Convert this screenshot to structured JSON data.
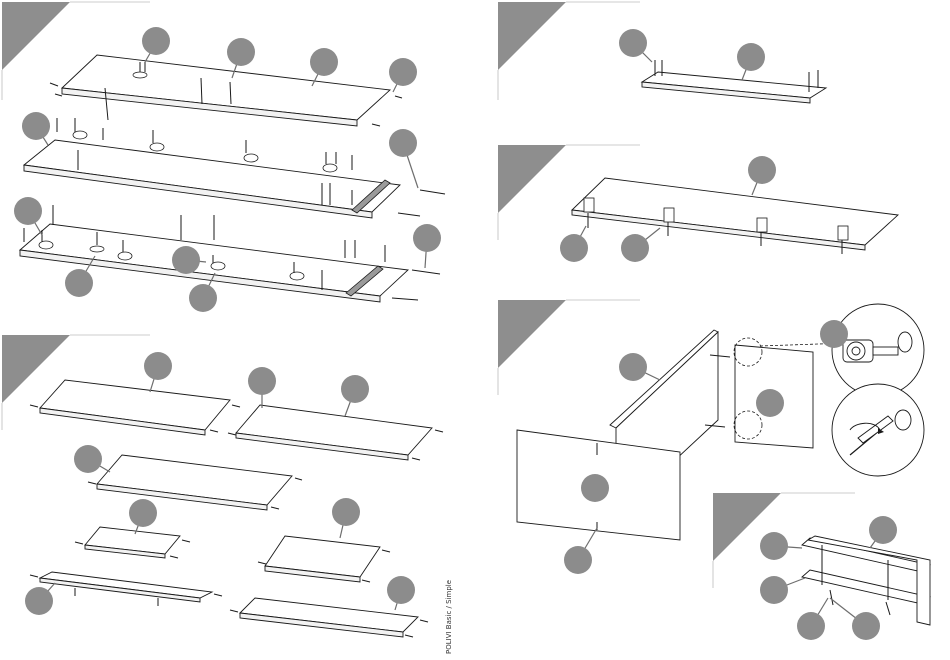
{
  "document": {
    "footer": "POLIVI Basic / Simple"
  },
  "icons": {
    "callout": "grey-circle-callout",
    "step_marker": "grey-triangle-step-tab",
    "detail_cam_lock": "cam-lock-detail-icon",
    "detail_screwdriver": "screwdriver-turn-icon"
  },
  "colors": {
    "callout": "#8c8c8c",
    "step_tab": "#8e8e8e",
    "line": "#1a1a1a"
  }
}
